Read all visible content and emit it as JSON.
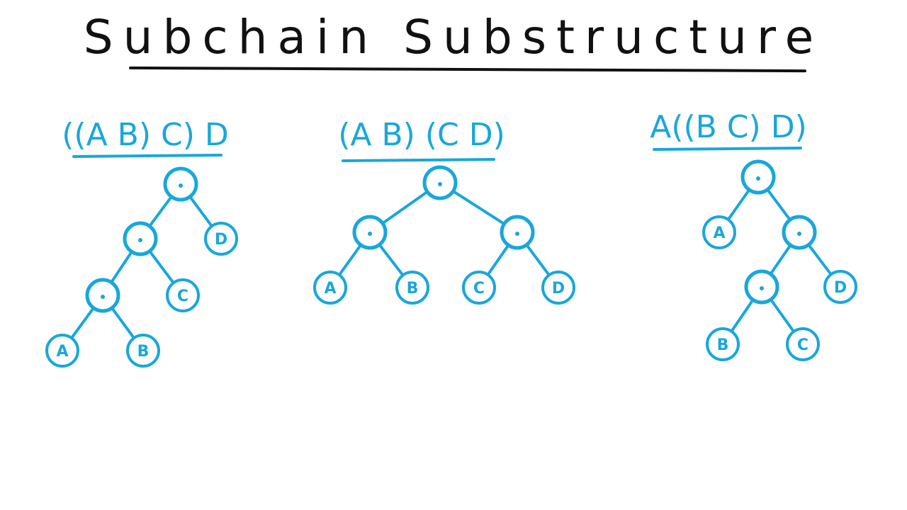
{
  "title": "Subchain Substructure",
  "colors": {
    "ink": "#19a7da",
    "title": "#111111"
  },
  "trees": [
    {
      "id": "left-deep",
      "label": "((A B) C) D",
      "nodes": [
        {
          "id": "r",
          "text": "·",
          "internal": true
        },
        {
          "id": "n1",
          "text": "·",
          "internal": true
        },
        {
          "id": "d",
          "text": "D"
        },
        {
          "id": "n2",
          "text": "·",
          "internal": true
        },
        {
          "id": "c",
          "text": "C"
        },
        {
          "id": "a",
          "text": "A"
        },
        {
          "id": "b",
          "text": "B"
        }
      ],
      "edges": [
        [
          "r",
          "n1"
        ],
        [
          "r",
          "d"
        ],
        [
          "n1",
          "n2"
        ],
        [
          "n1",
          "c"
        ],
        [
          "n2",
          "a"
        ],
        [
          "n2",
          "b"
        ]
      ]
    },
    {
      "id": "balanced",
      "label": "(A B) (C D)",
      "nodes": [
        {
          "id": "r",
          "text": "·",
          "internal": true
        },
        {
          "id": "n1",
          "text": "·",
          "internal": true
        },
        {
          "id": "n2",
          "text": "·",
          "internal": true
        },
        {
          "id": "a",
          "text": "A"
        },
        {
          "id": "b",
          "text": "B"
        },
        {
          "id": "c",
          "text": "C"
        },
        {
          "id": "d",
          "text": "D"
        }
      ],
      "edges": [
        [
          "r",
          "n1"
        ],
        [
          "r",
          "n2"
        ],
        [
          "n1",
          "a"
        ],
        [
          "n1",
          "b"
        ],
        [
          "n2",
          "c"
        ],
        [
          "n2",
          "d"
        ]
      ]
    },
    {
      "id": "right-nested",
      "label": "A((B C) D)",
      "nodes": [
        {
          "id": "r",
          "text": "·",
          "internal": true
        },
        {
          "id": "a",
          "text": "A"
        },
        {
          "id": "n1",
          "text": "·",
          "internal": true
        },
        {
          "id": "n2",
          "text": "·",
          "internal": true
        },
        {
          "id": "d",
          "text": "D"
        },
        {
          "id": "b",
          "text": "B"
        },
        {
          "id": "c",
          "text": "C"
        }
      ],
      "edges": [
        [
          "r",
          "a"
        ],
        [
          "r",
          "n1"
        ],
        [
          "n1",
          "n2"
        ],
        [
          "n1",
          "d"
        ],
        [
          "n2",
          "b"
        ],
        [
          "n2",
          "c"
        ]
      ]
    }
  ]
}
